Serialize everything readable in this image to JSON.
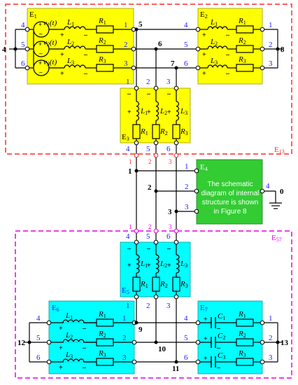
{
  "colors": {
    "yellow_block": "#ffff00",
    "cyan_block": "#00ffff",
    "green_block": "#33cc33",
    "red_dashed": "#ff2a2a",
    "magenta_dashed": "#e600e6",
    "terminal_blue": "#1a1aff",
    "wire": "#000000"
  },
  "groups": {
    "e13": "E",
    "e13_sub": "13",
    "e57": "E",
    "e57_sub": "57"
  },
  "blocks": {
    "e1": {
      "name": "E",
      "sub": "1"
    },
    "e2": {
      "name": "E",
      "sub": "2"
    },
    "e3": {
      "name": "E",
      "sub": "3"
    },
    "e4": {
      "name": "E",
      "sub": "4"
    },
    "e5": {
      "name": "E",
      "sub": "5"
    },
    "e6": {
      "name": "E",
      "sub": "6"
    },
    "e7": {
      "name": "E",
      "sub": "7"
    }
  },
  "sources": [
    "v",
    "v",
    "v"
  ],
  "source_subs": [
    "1",
    "2",
    "3"
  ],
  "source_arg": "(t)",
  "inductor": "L",
  "resistor": "R",
  "capacitor": "C",
  "element_subs": [
    "1",
    "2",
    "3"
  ],
  "polarity": {
    "plus": "+",
    "minus": "–"
  },
  "terminals": {
    "one": "1",
    "two": "2",
    "three": "3",
    "four": "4",
    "five": "5",
    "six": "6"
  },
  "nodes": [
    "1",
    "2",
    "3",
    "4",
    "5",
    "6",
    "7",
    "8",
    "9",
    "10",
    "11",
    "12",
    "13"
  ],
  "e4_ground_node": "0",
  "e4_description": [
    "The schematic",
    "diagram of internal",
    "structure is shown",
    "in Figure 8"
  ],
  "icons": [
    "voltage-source-icon",
    "inductor-icon",
    "resistor-icon",
    "capacitor-icon",
    "ground-icon"
  ]
}
